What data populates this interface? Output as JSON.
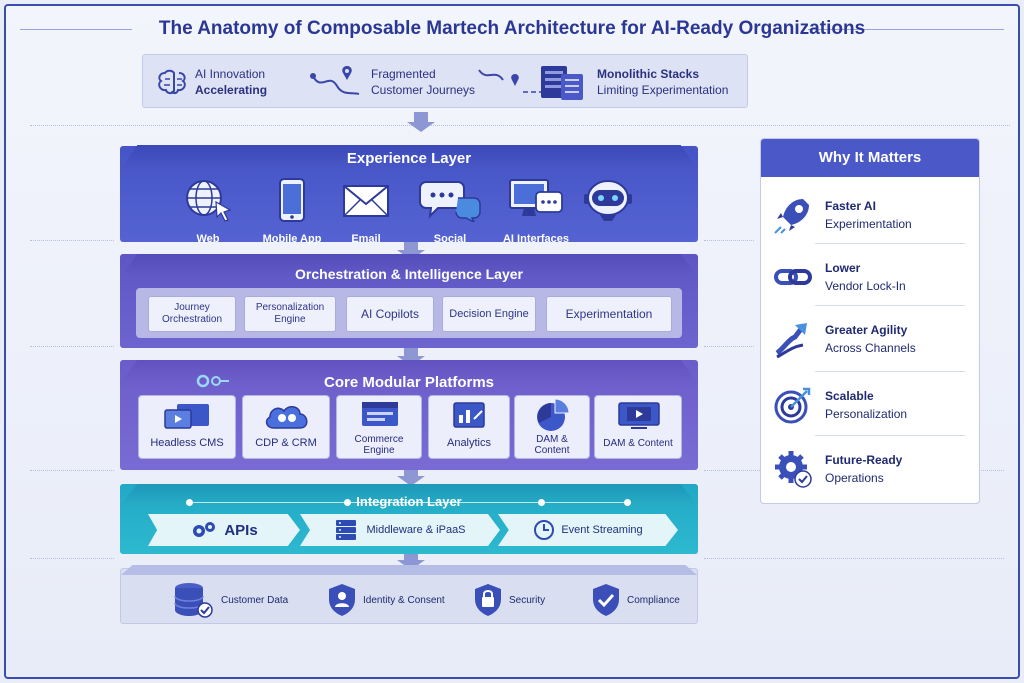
{
  "title": "The Anatomy of Composable Martech Architecture for AI-Ready Organizations",
  "challenges": [
    {
      "line1": "AI Innovation",
      "line2": "Accelerating",
      "icon": "brain-icon"
    },
    {
      "line1": "Fragmented",
      "line2": "Customer Journeys",
      "icon": "route-pin-icon"
    },
    {
      "line1": "Monolithic Stacks",
      "line2": "Limiting Experimentation",
      "icon": "server-stack-icon"
    }
  ],
  "experience": {
    "title": "Experience Layer",
    "items": [
      {
        "label": "Web",
        "icon": "globe-cursor-icon"
      },
      {
        "label": "Mobile App",
        "icon": "smartphone-icon"
      },
      {
        "label": "Email",
        "icon": "envelope-icon"
      },
      {
        "label": "Social",
        "icon": "chat-bubbles-icon"
      },
      {
        "label": "AI Interfaces",
        "icon": "screen-chat-icon"
      },
      {
        "label": "",
        "icon": "robot-icon"
      }
    ]
  },
  "orchestration": {
    "title": "Orchestration & Intelligence Layer",
    "items": [
      {
        "line1": "Journey",
        "line2": "Orchestration"
      },
      {
        "line1": "Personalization",
        "line2": "Engine"
      },
      {
        "line1": "AI Copilots",
        "line2": ""
      },
      {
        "line1": "Decision Engine",
        "line2": ""
      },
      {
        "line1": "Experimentation",
        "line2": ""
      }
    ]
  },
  "core": {
    "title": "Core Modular Platforms",
    "items": [
      {
        "line1": "Headless CMS",
        "line2": "",
        "icon": "cms-screens-icon"
      },
      {
        "line1": "CDP & CRM",
        "line2": "",
        "icon": "cloud-people-icon"
      },
      {
        "line1": "Commerce",
        "line2": "Engine",
        "icon": "commerce-window-icon"
      },
      {
        "line1": "Analytics",
        "line2": "",
        "icon": "analytics-chart-icon"
      },
      {
        "line1": "DAM &",
        "line2": "Content",
        "icon": "pie-chart-icon"
      },
      {
        "line1": "DAM & Content",
        "line2": "",
        "icon": "video-screen-icon"
      }
    ]
  },
  "integration": {
    "title": "Integration Layer",
    "items": [
      {
        "label": "APIs",
        "icon": "gears-icon"
      },
      {
        "label": "Middleware & iPaaS",
        "icon": "server-icon"
      },
      {
        "label": "Event Streaming",
        "icon": "clock-icon"
      }
    ]
  },
  "foundation": {
    "items": [
      {
        "label": "Customer Data",
        "icon": "database-check-icon"
      },
      {
        "label": "Identity & Consent",
        "icon": "shield-user-icon"
      },
      {
        "label": "Security",
        "icon": "shield-lock-icon"
      },
      {
        "label": "Compliance",
        "icon": "shield-check-icon"
      }
    ]
  },
  "why": {
    "title": "Why It Matters",
    "items": [
      {
        "line1": "Faster AI",
        "line2": "Experimentation",
        "icon": "rocket-icon"
      },
      {
        "line1": "Lower",
        "line2": "Vendor Lock-In",
        "icon": "chain-link-icon"
      },
      {
        "line1": "Greater Agility",
        "line2": "Across Channels",
        "icon": "growth-arrow-icon"
      },
      {
        "line1": "Scalable",
        "line2": "Personalization",
        "icon": "target-icon"
      },
      {
        "line1": "Future-Ready",
        "line2": "Operations",
        "icon": "gear-check-icon"
      }
    ]
  },
  "colors": {
    "title": "#2b3794",
    "experience": "#4554c6",
    "orchestration": "#5d56c4",
    "core": "#6b5cc9",
    "integration": "#22a8c6",
    "foundation": "#d9def1"
  }
}
